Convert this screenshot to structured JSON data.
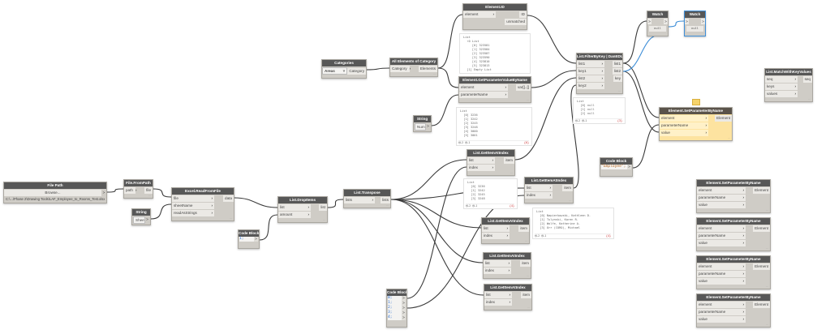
{
  "nodes": {
    "file_path": {
      "title": "File Path",
      "button": "Browse...",
      "value": "C:\\...\\Phase 2\\Drawing Tools\\LAF_Employee_to_Rooms_Test.xlsx"
    },
    "file_from_path": {
      "title": "File.FromPath",
      "inputs": [
        "path"
      ],
      "outputs": [
        "file"
      ]
    },
    "string_sheet": {
      "title": "String",
      "value": "Sheet1"
    },
    "excel_read": {
      "title": "Excel.ReadFromFile",
      "inputs": [
        "file",
        "sheetName",
        "readAsStrings"
      ],
      "outputs": [
        "data"
      ]
    },
    "code_block_amount": {
      "title": "Code Block",
      "lines": [
        "1;"
      ]
    },
    "list_drop_items": {
      "title": "List.DropItems",
      "inputs": [
        "list",
        "amount"
      ],
      "outputs": [
        "list"
      ]
    },
    "list_transpose": {
      "title": "List.Transpose",
      "inputs": [
        "lists"
      ],
      "outputs": [
        "lists"
      ]
    },
    "get_item_1": {
      "title": "List.GetItemAtIndex",
      "inputs": [
        "list",
        "index"
      ],
      "outputs": [
        "item"
      ]
    },
    "get_item_2": {
      "title": "List.GetItemAtIndex",
      "inputs": [
        "list",
        "index"
      ],
      "outputs": [
        "item"
      ]
    },
    "get_item_3": {
      "title": "List.GetItemAtIndex",
      "inputs": [
        "list",
        "index"
      ],
      "outputs": [
        "item"
      ]
    },
    "get_item_4": {
      "title": "List.GetItemAtIndex",
      "inputs": [
        "list",
        "index"
      ],
      "outputs": [
        "item"
      ]
    },
    "get_item_5": {
      "title": "List.GetItemAtIndex",
      "inputs": [
        "list",
        "index"
      ],
      "outputs": [
        "item"
      ]
    },
    "code_block_indices": {
      "title": "Code Block",
      "lines": [
        "0;",
        "1;",
        "2;",
        "3;",
        "4;"
      ]
    },
    "categories": {
      "title": "Categories",
      "selected": "Areas",
      "outputs": [
        "Category"
      ]
    },
    "all_elements": {
      "title": "All Elements of Category",
      "inputs": [
        "Category"
      ],
      "outputs": [
        "Elements"
      ]
    },
    "element_id": {
      "title": "Element.ID",
      "inputs": [
        "element"
      ],
      "outputs": [
        "ID",
        "unmatched"
      ]
    },
    "get_param": {
      "title": "Element.GetParameterValueByName",
      "inputs": [
        "element",
        "parameterName"
      ],
      "outputs": [
        "var[]..[]"
      ]
    },
    "string_number": {
      "title": "String",
      "value": "Number"
    },
    "filter_by_key": {
      "title": "List.FilterByKey | DanEDU",
      "inputs": [
        "list1",
        "key1",
        "list2",
        "key2"
      ],
      "outputs": [
        "list1",
        "list2",
        "key"
      ]
    },
    "watch_1": {
      "title": "Watch",
      "value": "null"
    },
    "watch_2": {
      "title": "Watch",
      "value": "null"
    },
    "set_param_main": {
      "title": "Element.SetParameterByName",
      "inputs": [
        "element",
        "parameterName",
        "value"
      ],
      "outputs": [
        "Element"
      ]
    },
    "code_block_employee": {
      "title": "Code Block",
      "lines": [
        "\"Employee\";"
      ]
    },
    "match_key_values": {
      "title": "List.MatchWithKeyValues",
      "inputs": [
        "seq",
        "keys",
        "values"
      ],
      "outputs": [
        "seq"
      ]
    },
    "set_param_a": {
      "title": "Element.SetParameterByName",
      "inputs": [
        "element",
        "parameterName",
        "value"
      ],
      "outputs": [
        "Element"
      ]
    },
    "set_param_b": {
      "title": "Element.SetParameterByName",
      "inputs": [
        "element",
        "parameterName",
        "value"
      ],
      "outputs": [
        "Element"
      ]
    },
    "set_param_c": {
      "title": "Element.SetParameterByName",
      "inputs": [
        "element",
        "parameterName",
        "value"
      ],
      "outputs": [
        "Element"
      ]
    },
    "set_param_d": {
      "title": "Element.SetParameterByName",
      "inputs": [
        "element",
        "parameterName",
        "value"
      ],
      "outputs": [
        "Element"
      ]
    }
  },
  "previews": {
    "element_id": {
      "lines": [
        "List",
        "  ▿0 List",
        "     [0] 323581",
        "     [1] 323584",
        "     [2] 323587",
        "     [3] 323590",
        "     [4] 323810",
        "     [5] 323813",
        "  [1] Empty List"
      ],
      "levels": "",
      "count": ""
    },
    "get_param": {
      "lines": [
        "List",
        "  [0] 3236",
        "  [1] 3242",
        "  [2] 3245",
        "  [3] 3248",
        "  [4] 3000",
        "  [5] 3001"
      ],
      "levels": "@L2 @L1",
      "count": "{6}"
    },
    "get_item_1": {
      "lines": [
        "List",
        "  [0] 3236",
        "  [1] 3242",
        "  [2] 3245",
        "  [3] 3248"
      ],
      "levels": "@L2 @L1",
      "count": "{4}"
    },
    "get_item_2": {
      "lines": [
        "List",
        "  [0] Napierkowski, Kathleen D.",
        "  [1] Tulynski, Karen R.",
        "  [2] Wolfe, Katherine A.",
        "  [3] Orr (CORO), Michael"
      ],
      "levels": "@L2 @L1",
      "count": "{4}"
    },
    "filter_by_key": {
      "lines": [
        "List",
        "  [0] null",
        "  [1] null",
        "  [2] null"
      ],
      "levels": "@L2 @L1",
      "count": "{3}"
    }
  },
  "colors": {
    "selected_wire": "#3f8fd8",
    "wire": "#3a3a3a",
    "frozen_node": "#fde3a0",
    "header": "#575757"
  }
}
